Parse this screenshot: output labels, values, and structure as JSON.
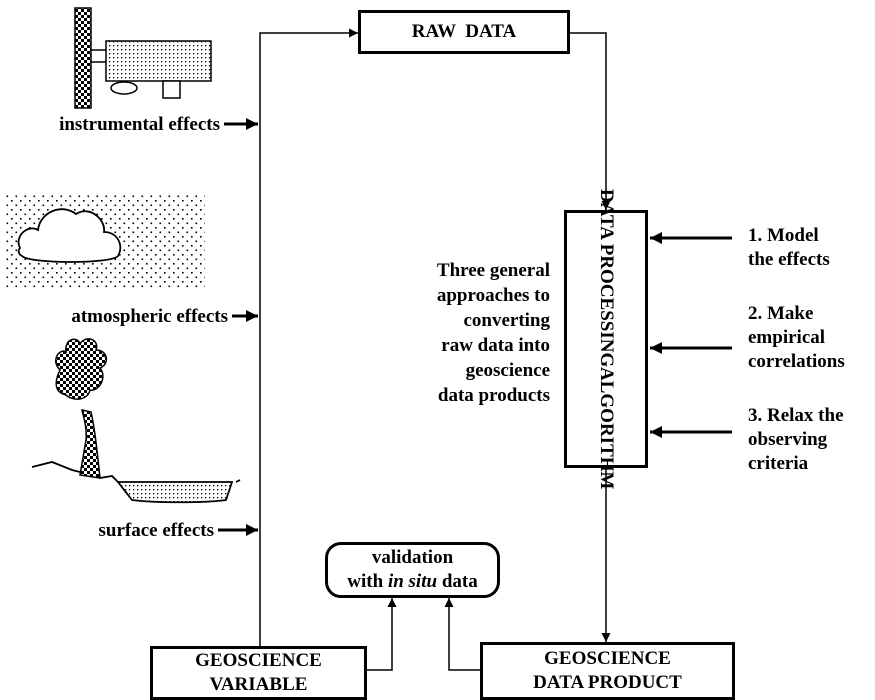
{
  "boxes": {
    "raw_data": "RAW  DATA",
    "algorithm_line1": "DATA PROCESSING",
    "algorithm_line2": "ALGORITHM",
    "variable_line1": "GEOSCIENCE",
    "variable_line2": "VARIABLE",
    "product_line1": "GEOSCIENCE",
    "product_line2": "DATA PRODUCT",
    "validation_line1": "validation",
    "validation_line2_pre": "with ",
    "validation_line2_em": "in situ",
    "validation_line2_post": " data"
  },
  "effects": {
    "instrumental": "instrumental effects",
    "atmospheric": "atmospheric effects",
    "surface": "surface effects"
  },
  "approaches_note": [
    "Three general",
    "approaches to",
    "converting",
    "raw data into",
    "geoscience",
    "data products"
  ],
  "approaches": [
    [
      "1. Model",
      "the effects"
    ],
    [
      "2. Make",
      "empirical",
      "correlations"
    ],
    [
      "3. Relax the",
      "observing",
      "criteria"
    ]
  ]
}
